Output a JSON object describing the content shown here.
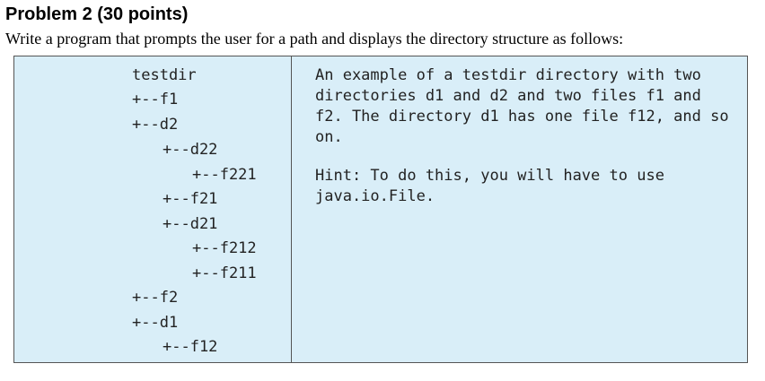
{
  "heading": {
    "title": "Problem 2 (30 points)",
    "prompt": "Write a program that prompts the user for a path and displays the directory structure as follows:"
  },
  "tree": {
    "lines": [
      {
        "text": "testdir"
      },
      {
        "text": "+--f1"
      },
      {
        "text": "+--d2"
      },
      {
        "text": "+--d22"
      },
      {
        "text": "+--f221"
      },
      {
        "text": "+--f21"
      },
      {
        "text": "+--d21"
      },
      {
        "text": "+--f212"
      },
      {
        "text": "+--f211"
      },
      {
        "text": "+--f2"
      },
      {
        "text": "+--d1"
      },
      {
        "text": "+--f12"
      }
    ]
  },
  "description": {
    "example": "An example of a testdir directory with two directories d1 and d2 and two files f1 and f2. The directory d1 has one file f12, and so on.",
    "hint": "Hint: To do this, you will have to use java.io.File."
  }
}
